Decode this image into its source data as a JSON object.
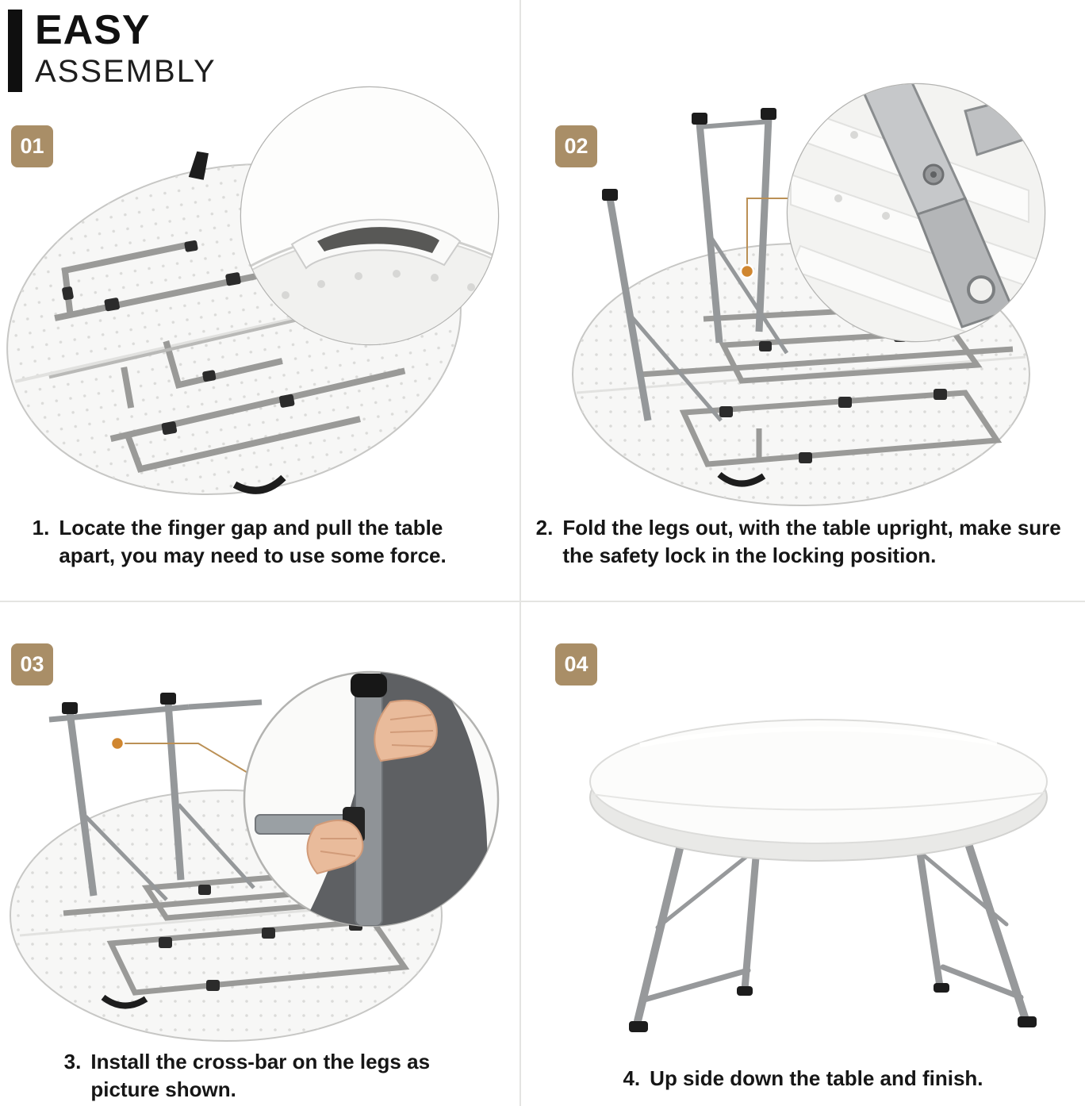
{
  "header": {
    "title_bold": "EASY",
    "title_light": "ASSEMBLY"
  },
  "colors": {
    "badge": "#a98e67",
    "marker": "#d0862f",
    "text": "#1a1a1a",
    "divider": "#e4e4e2",
    "metal_frame": "#9a9a98"
  },
  "steps": [
    {
      "badge": "01",
      "number": "1.",
      "caption": "Locate the finger gap and pull the table apart, you may need to use some force."
    },
    {
      "badge": "02",
      "number": "2.",
      "caption": "Fold the legs out, with the table upright, make sure the safety lock in the locking position."
    },
    {
      "badge": "03",
      "number": "3.",
      "caption": "Install the cross-bar on the legs as picture shown."
    },
    {
      "badge": "04",
      "number": "4.",
      "caption": "Up side down the table and finish."
    }
  ]
}
